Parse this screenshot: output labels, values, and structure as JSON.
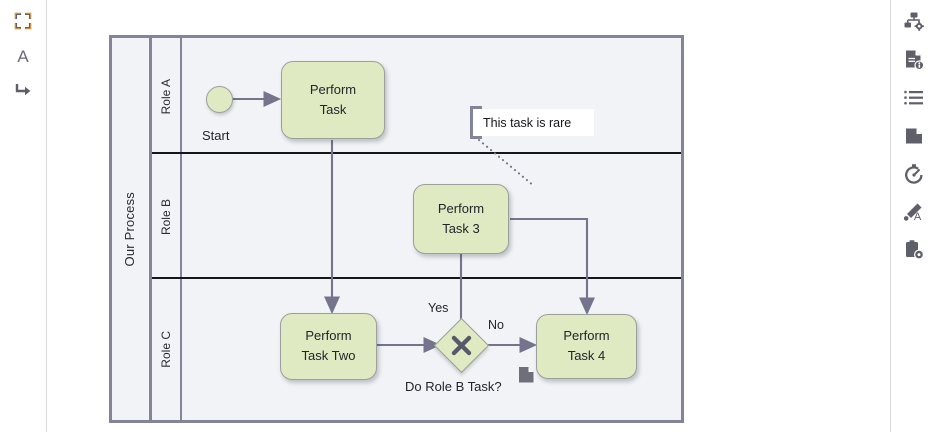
{
  "left_toolbar": {
    "items": [
      {
        "name": "fit-to-screen-icon",
        "label": "Fit to screen"
      },
      {
        "name": "text-tool-icon",
        "label": "A"
      },
      {
        "name": "connector-tool-icon",
        "label": "Connector"
      }
    ]
  },
  "right_toolbar": {
    "items": [
      {
        "name": "diagram-settings-icon",
        "label": "Diagram settings"
      },
      {
        "name": "document-properties-icon",
        "label": "Document properties"
      },
      {
        "name": "outline-list-icon",
        "label": "Outline"
      },
      {
        "name": "page-icon",
        "label": "Page"
      },
      {
        "name": "timer-icon",
        "label": "Timer"
      },
      {
        "name": "format-painter-icon",
        "label": "Format painter"
      },
      {
        "name": "clipboard-settings-icon",
        "label": "Clipboard settings"
      }
    ]
  },
  "diagram": {
    "type": "bpmn-pool",
    "pool": {
      "label": "Our Process"
    },
    "lanes": [
      {
        "id": "lane-a",
        "label": "Role A"
      },
      {
        "id": "lane-b",
        "label": "Role B"
      },
      {
        "id": "lane-c",
        "label": "Role C"
      }
    ],
    "nodes": [
      {
        "id": "start",
        "kind": "start-event",
        "label": "Start",
        "lane": "lane-a"
      },
      {
        "id": "task1",
        "kind": "task",
        "lines": [
          "Perform",
          "Task"
        ],
        "lane": "lane-a"
      },
      {
        "id": "task3",
        "kind": "task",
        "lines": [
          "Perform",
          "Task 3"
        ],
        "lane": "lane-b"
      },
      {
        "id": "task2",
        "kind": "task",
        "lines": [
          "Perform",
          "Task Two"
        ],
        "lane": "lane-c"
      },
      {
        "id": "gateway",
        "kind": "exclusive-gateway",
        "label": "Do Role B Task?",
        "lane": "lane-c"
      },
      {
        "id": "task4",
        "kind": "task",
        "lines": [
          "Perform",
          "Task 4"
        ],
        "lane": "lane-c"
      }
    ],
    "edge_labels": {
      "yes": "Yes",
      "no": "No"
    },
    "annotation": {
      "text": "This task is rare"
    },
    "attached_icon": {
      "name": "document-marker-icon"
    },
    "colors": {
      "task_fill": "#dfeac2",
      "task_stroke": "#9aa09a",
      "pool_fill": "#f1f3f7",
      "pool_stroke": "#83839a",
      "lane_divider": "#15151a",
      "edge_stroke": "#74748c",
      "text": "#24242b"
    }
  }
}
